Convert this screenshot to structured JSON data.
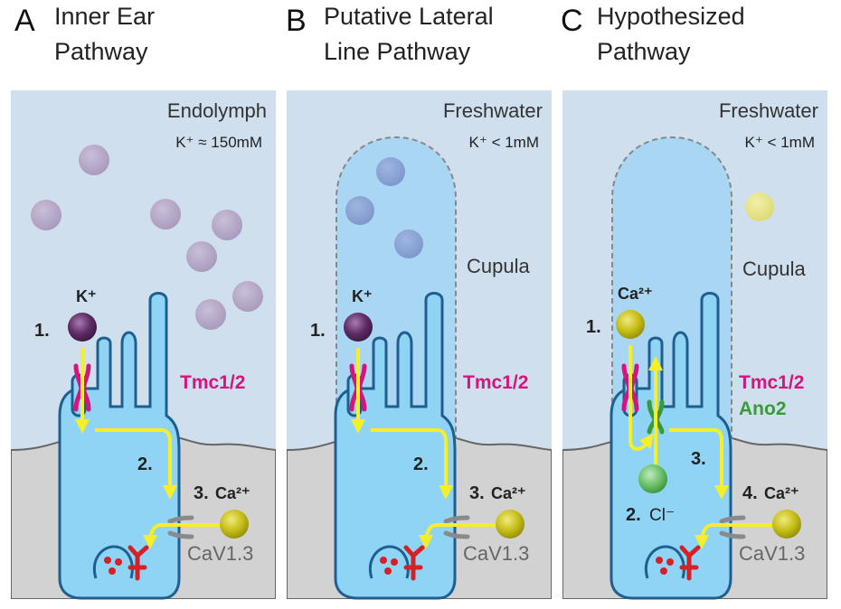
{
  "panels": [
    {
      "letter": "A",
      "title_line1": "Inner Ear",
      "title_line2": "Pathway",
      "medium": "Endolymph",
      "concentration": "K⁺ ≈ 150mM",
      "cupula": "",
      "ion_label": "K⁺",
      "step1": "1.",
      "step2": "2.",
      "step3": "3.",
      "ca_label": "Ca²⁺",
      "channel1": "Tmc1/2",
      "channel2": "",
      "cav": "CaV1.3"
    },
    {
      "letter": "B",
      "title_line1": "Putative Lateral",
      "title_line2": "Line Pathway",
      "medium": "Freshwater",
      "concentration": "K⁺ < 1mM",
      "cupula": "Cupula",
      "ion_label": "K⁺",
      "step1": "1.",
      "step2": "2.",
      "step3": "3.",
      "ca_label": "Ca²⁺",
      "channel1": "Tmc1/2",
      "channel2": "",
      "cav": "CaV1.3"
    },
    {
      "letter": "C",
      "title_line1": "Hypothesized",
      "title_line2": "Pathway",
      "medium": "Freshwater",
      "concentration": "K⁺ < 1mM",
      "cupula": "Cupula",
      "ion_label": "Ca²⁺",
      "step1": "1.",
      "step2": "3.",
      "step3": "4.",
      "ca_label": "Ca²⁺",
      "channel1": "Tmc1/2",
      "channel2": "Ano2",
      "cl_step": "2.",
      "cl_label": "Cl⁻",
      "cav": "CaV1.3"
    }
  ],
  "colors": {
    "fluid": "#cfdfee",
    "tissue": "#d2d2d2",
    "cell": "#8fd3f5",
    "cell_stroke": "#1f5f8f",
    "arrow": "#f7ee2a",
    "potassium": "#5e2b66",
    "calcium": "#c6be17",
    "chloride": "#6cc06c",
    "tmc": "#d4157c",
    "ano": "#3a9a3a"
  }
}
